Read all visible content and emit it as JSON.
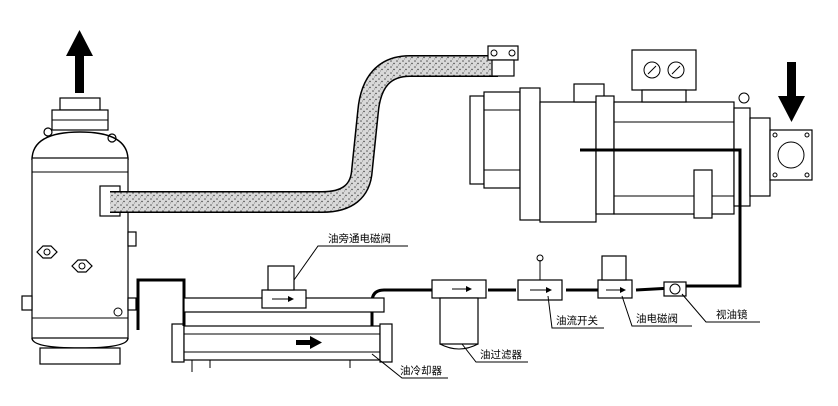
{
  "labels": {
    "bypass_valve": "油旁通电磁阀",
    "oil_filter": "油过滤器",
    "flow_switch": "油流开关",
    "oil_solenoid": "油电磁阀",
    "sight_glass": "视油镜",
    "oil_cooler": "油冷却器"
  },
  "colors": {
    "line": "#000000",
    "background": "#ffffff",
    "insulation_fill": "#d9d9d9"
  },
  "icons": {
    "discharge_arrow": "arrow-up-icon",
    "suction_arrow": "arrow-down-icon",
    "flow_arrow": "arrow-right-icon"
  }
}
